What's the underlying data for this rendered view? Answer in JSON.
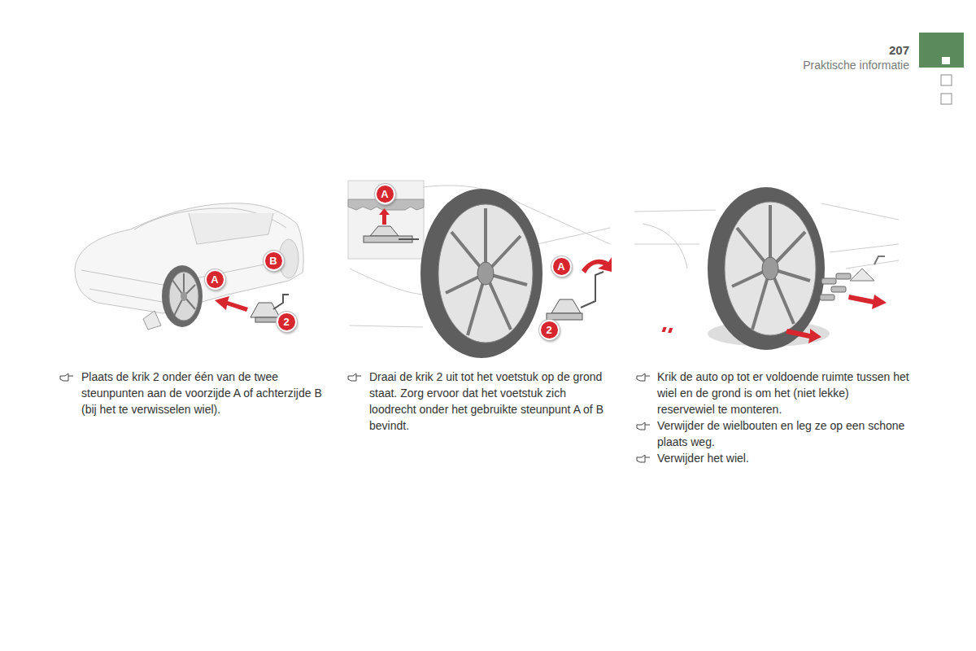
{
  "diagram": {
    "nodes": [
      {
        "text": [
          "A"
        ]
      },
      {
        "text": [
          "B"
        ]
      },
      {
        "text": [
          "2"
        ]
      },
      {
        "text": [
          "A"
        ]
      },
      {
        "text": [
          "A"
        ]
      },
      {
        "text": [
          "2"
        ]
      }
    ],
    "labels": [
      "207",
      "Praktische informatie",
      "Plaats de krik 2 onder één van de twee steunpunten aan de voorzijde A of achterzijde B (bij het te verwisselen wiel).",
      "Draai de krik 2 uit tot het voetstuk op de grond staat. Zorg ervoor dat het voetstuk zich loodrecht onder het gebruikte steunpunt A of B bevindt.",
      "Krik de auto op tot er voldoende ruimte tussen het wiel en de grond is om het (niet lekke) reservewiel te monteren.",
      "Verwijder de wielbouten en leg ze op een schone plaats weg.",
      "Verwijder het wiel."
    ]
  }
}
